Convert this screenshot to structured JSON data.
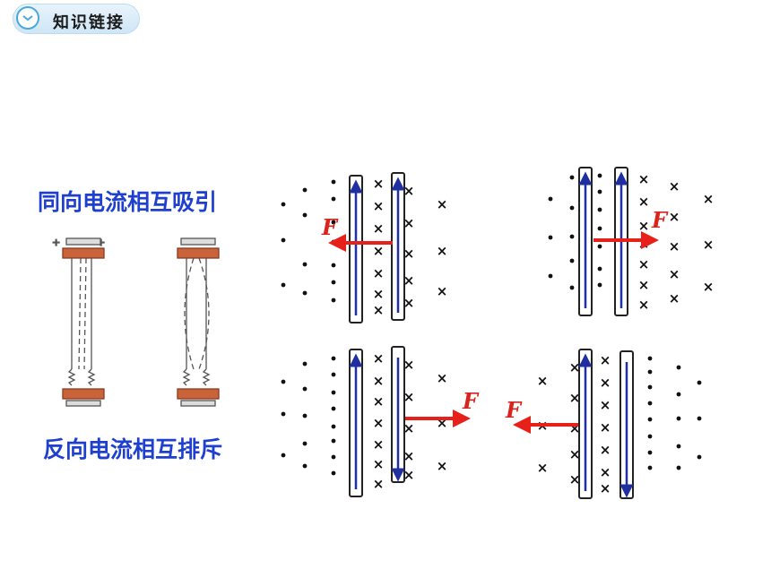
{
  "header": {
    "title": "知识链接",
    "icon": "clock-icon"
  },
  "labels": {
    "attract": "同向电流相互吸引",
    "repel": "反向电流相互排斥"
  },
  "diagrams": {
    "force_label": "F",
    "field_dot_symbol": "•",
    "field_cross_symbol": "×"
  },
  "colors": {
    "label_text": "#1f3fcf",
    "current_arrow": "#1f2fa0",
    "force_arrow": "#e8201a",
    "force_label": "#d8241c"
  }
}
